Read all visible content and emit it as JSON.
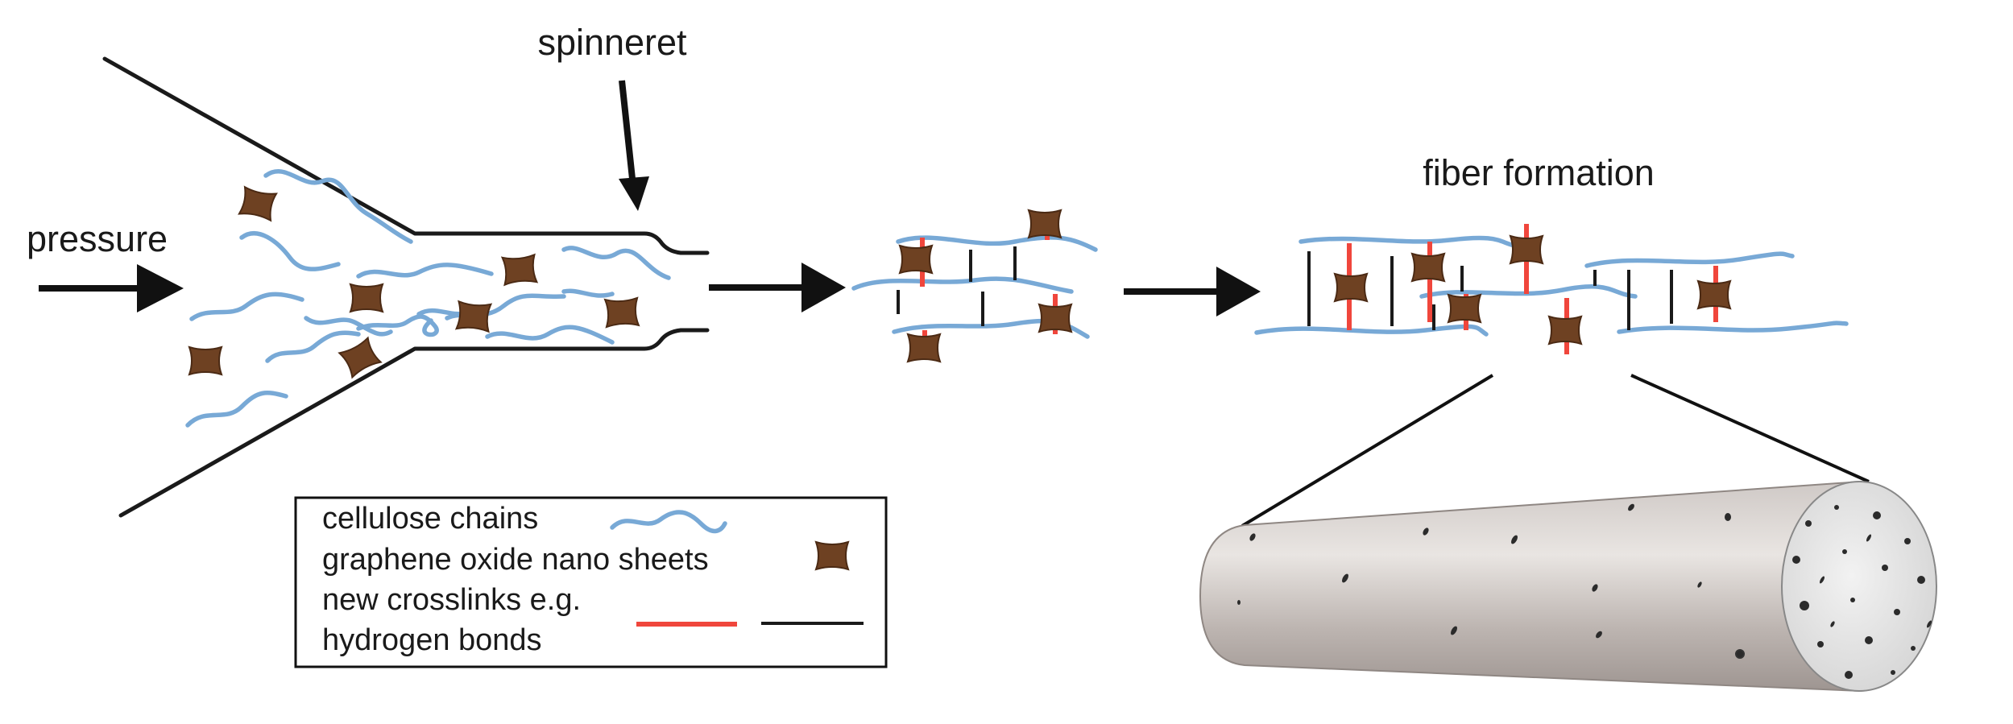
{
  "labels": {
    "spinneret": "spinneret",
    "pressure": "pressure",
    "fiber_formation": "fiber formation"
  },
  "legend": {
    "cellulose_chains": "cellulose chains",
    "graphene_oxide": "graphene oxide nano sheets",
    "crosslinks_line1": "new crosslinks e.g.",
    "crosslinks_line2": "hydrogen bonds"
  },
  "colors": {
    "cellulose_chain": "#78a9d6",
    "graphene_oxide_sheet": "#6e4122",
    "crosslink": "#f0463c",
    "hydrogen_bond": "#1a1a1a"
  }
}
